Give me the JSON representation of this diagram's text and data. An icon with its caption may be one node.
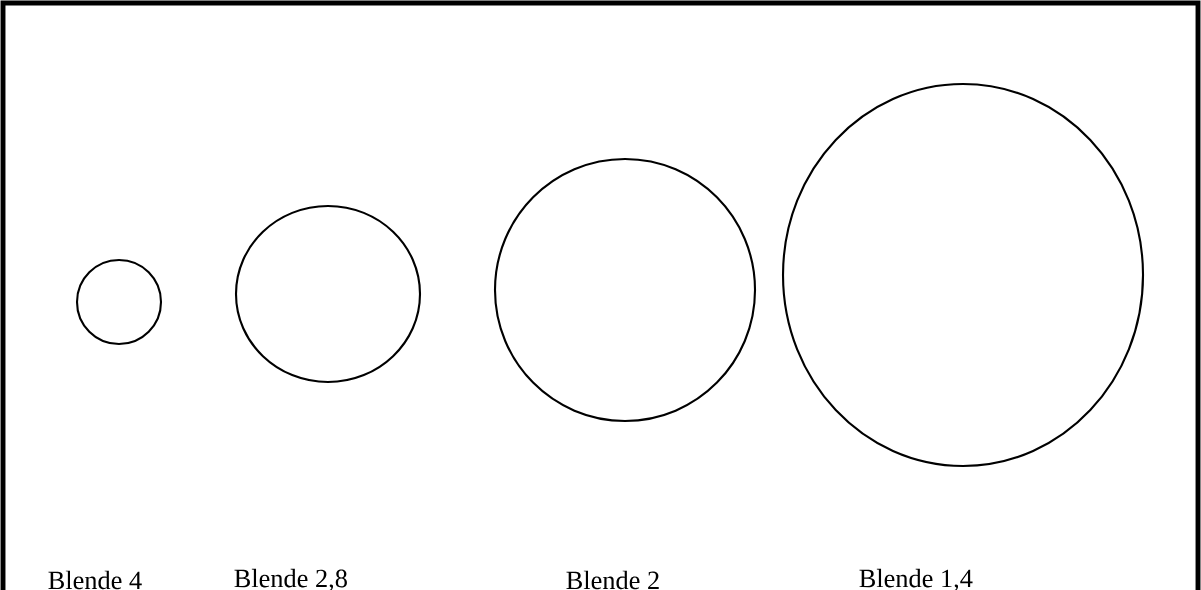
{
  "diagram": {
    "nodes": [
      {
        "text": [],
        "shape": "circle"
      },
      {
        "text": [],
        "shape": "circle"
      },
      {
        "text": [],
        "shape": "circle"
      },
      {
        "text": [],
        "shape": "circle"
      }
    ],
    "labels": [
      "Blende 4",
      "Blende 2,8",
      "Blende 2",
      "Blende 1,4"
    ]
  }
}
